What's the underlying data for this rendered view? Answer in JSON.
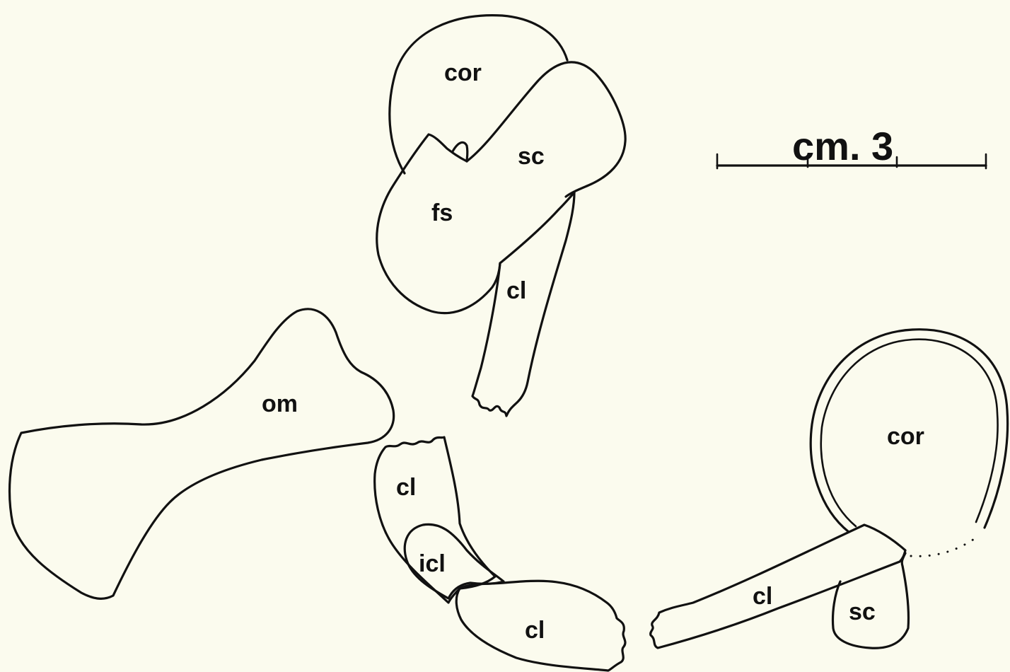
{
  "scale_bar": {
    "label": "cm. 3"
  },
  "figure_top": {
    "coracoid_label": "cor",
    "scapula_label": "sc",
    "fenestra_label": "fs",
    "clavicle_label": "cl"
  },
  "figure_left": {
    "omosternum_label": "om"
  },
  "figure_center": {
    "clavicle_upper_label": "cl",
    "interclavicle_label": "icl",
    "clavicle_lower_label": "cl"
  },
  "figure_right": {
    "coracoid_label": "cor",
    "clavicle_label": "cl",
    "scapula_label": "sc"
  }
}
